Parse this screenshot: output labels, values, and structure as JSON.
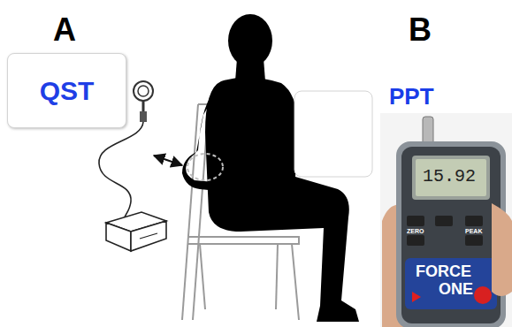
{
  "diagram": {
    "nodes": [
      {
        "text": [
          "QST"
        ]
      }
    ],
    "labels": [
      "A",
      "B",
      "PPT",
      "15.92",
      "ZERO",
      "PEAK",
      "FORCE",
      "ONE"
    ]
  }
}
